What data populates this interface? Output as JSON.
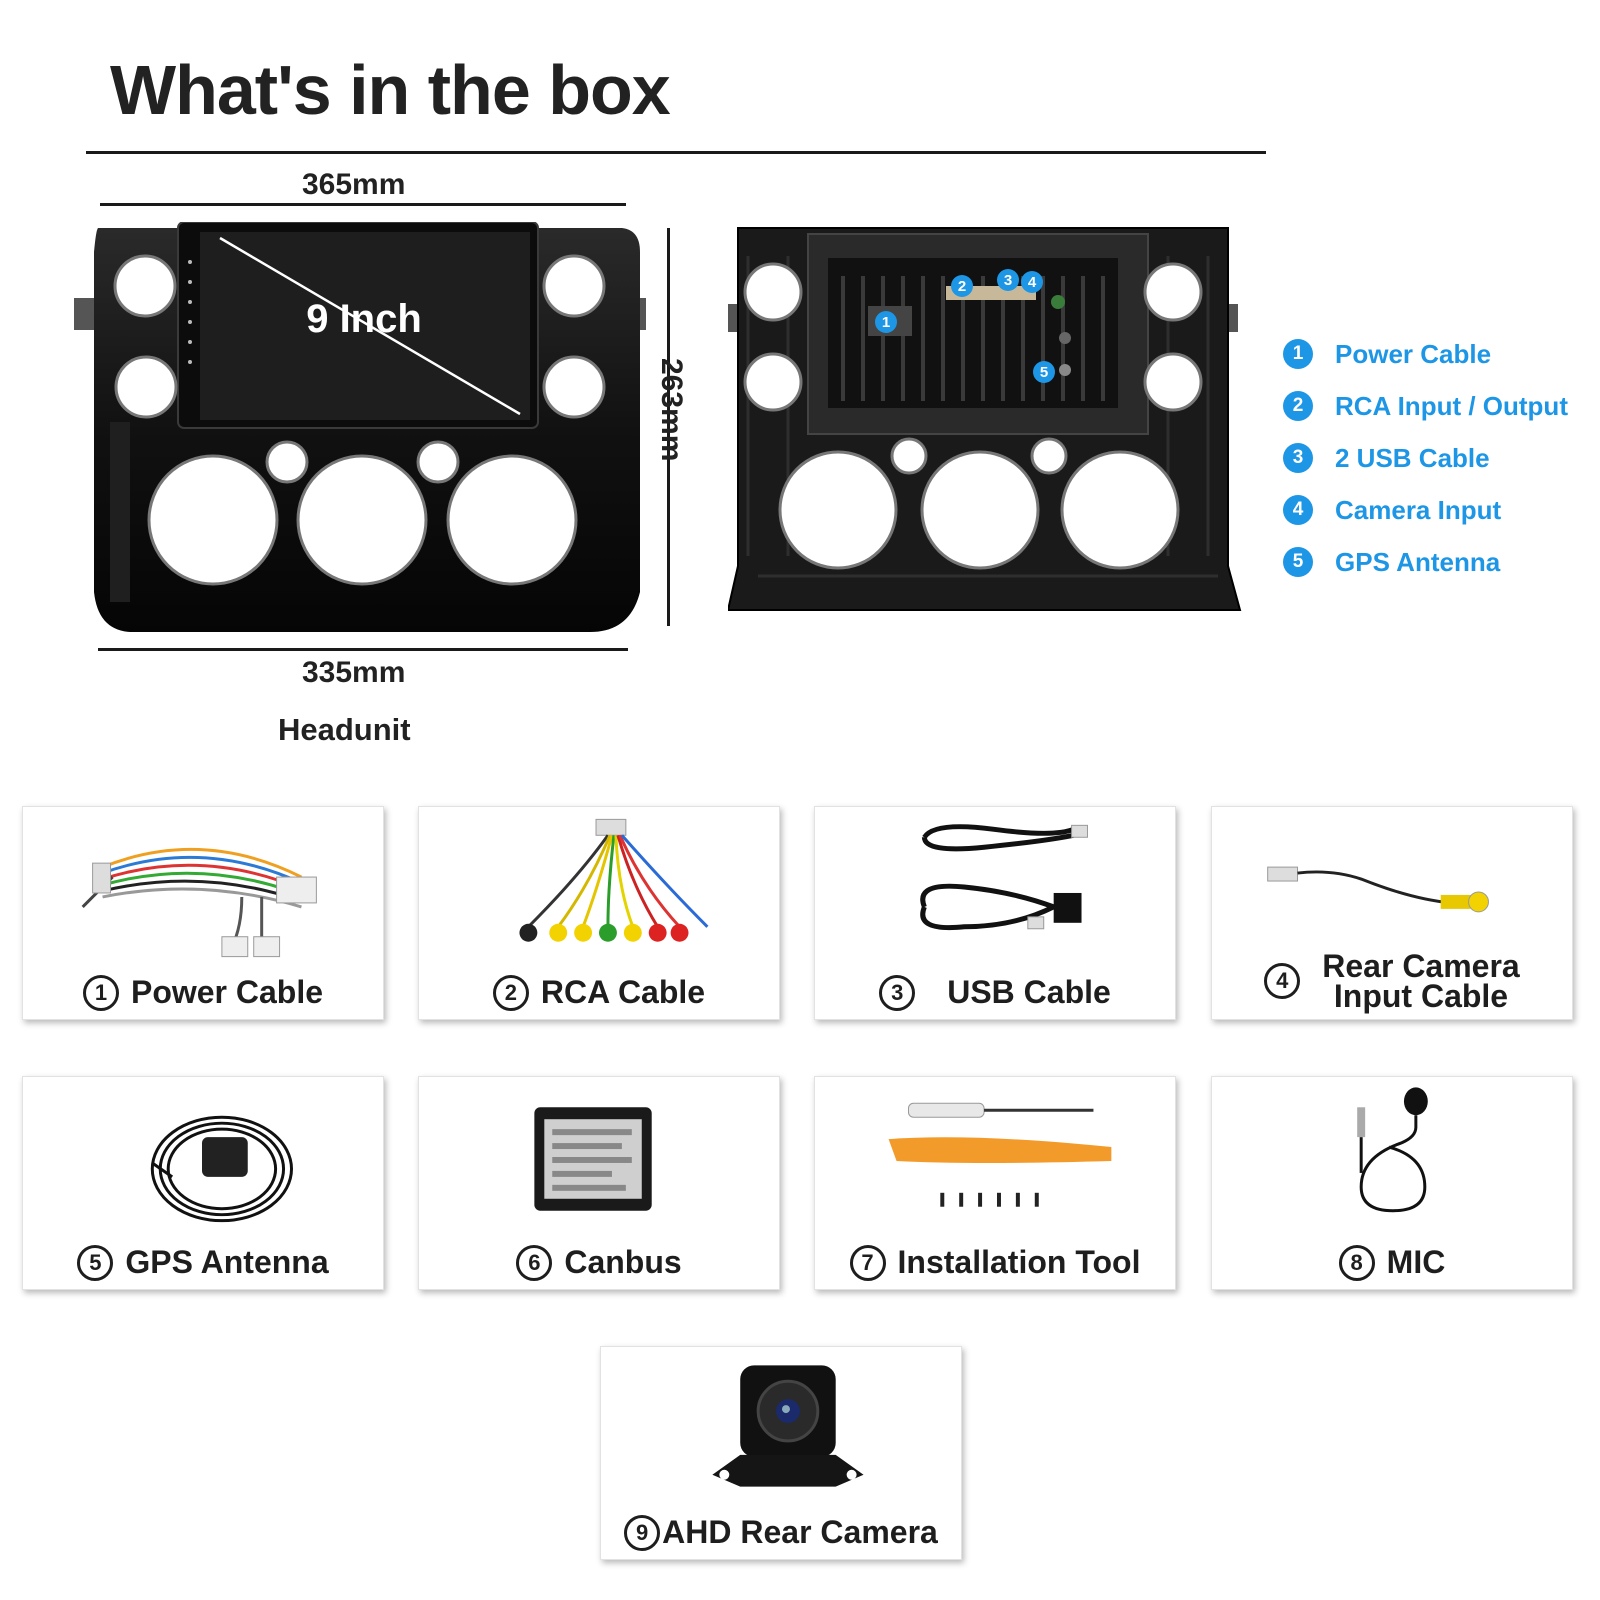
{
  "title": "What's in the box",
  "dimensions": {
    "top_width": "365mm",
    "bottom_width": "335mm",
    "height": "263mm",
    "screen_size": "9 Inch"
  },
  "headunit_label": "Headunit",
  "legend": [
    {
      "num": "1",
      "label": "Power Cable"
    },
    {
      "num": "2",
      "label": "RCA Input / Output"
    },
    {
      "num": "3",
      "label": "2 USB Cable"
    },
    {
      "num": "4",
      "label": "Camera Input"
    },
    {
      "num": "5",
      "label": "GPS Antenna"
    }
  ],
  "rear_markers": [
    "1",
    "2",
    "3",
    "4",
    "5"
  ],
  "items": [
    {
      "num": "1",
      "label": "Power Cable"
    },
    {
      "num": "2",
      "label": "RCA Cable"
    },
    {
      "num": "3",
      "label": "USB Cable"
    },
    {
      "num": "4",
      "label_line1": "Rear Camera",
      "label_line2": "Input Cable"
    },
    {
      "num": "5",
      "label": "GPS Antenna"
    },
    {
      "num": "6",
      "label": "Canbus"
    },
    {
      "num": "7",
      "label": "Installation Tool"
    },
    {
      "num": "8",
      "label": "MIC"
    },
    {
      "num": "9",
      "label": "AHD Rear Camera"
    }
  ],
  "colors": {
    "accent_blue": "#1d96e6",
    "text_dark": "#1e1e1e"
  }
}
